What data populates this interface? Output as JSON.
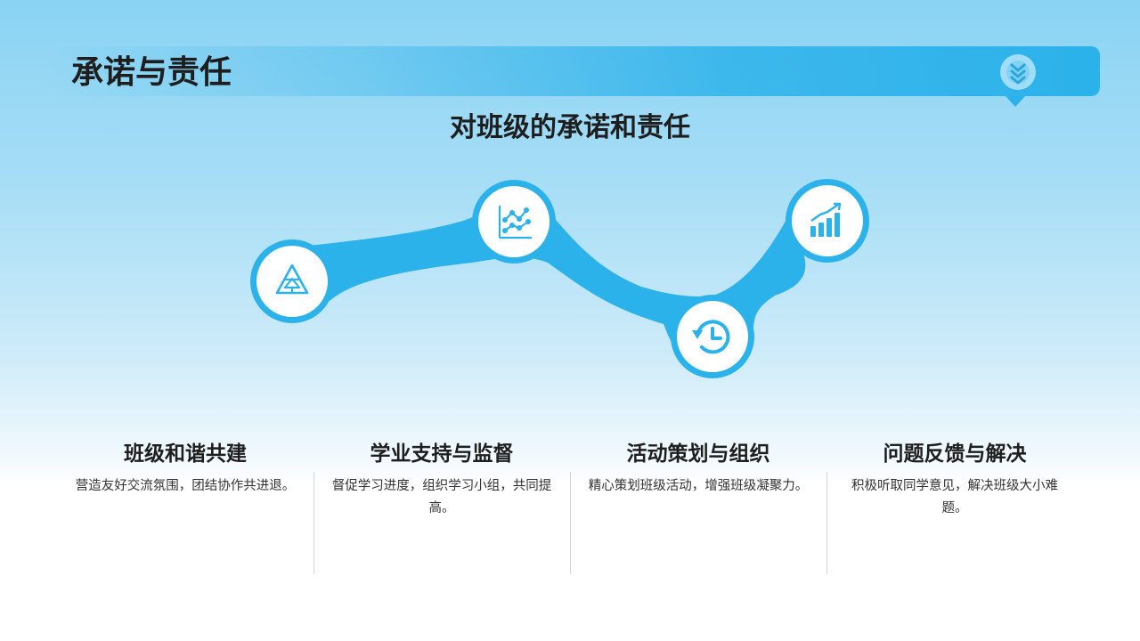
{
  "header": {
    "title": "承诺与责任",
    "icon": "double-chevron-down-icon",
    "accent_color": "#2bb2ea"
  },
  "subtitle": "对班级的承诺和责任",
  "flow_icons": [
    "triangle-network-icon",
    "line-chart-icon",
    "history-clock-icon",
    "bar-chart-growth-icon"
  ],
  "cards": [
    {
      "title": "班级和谐共建",
      "text": "营造友好交流氛围，团结协作共进退。"
    },
    {
      "title": "学业支持与监督",
      "text": "督促学习进度，组织学习小组，共同提高。"
    },
    {
      "title": "活动策划与组织",
      "text": "精心策划班级活动，增强班级凝聚力。"
    },
    {
      "title": "问题反馈与解决",
      "text": "积极听取同学意见，解决班级大小难题。"
    }
  ]
}
